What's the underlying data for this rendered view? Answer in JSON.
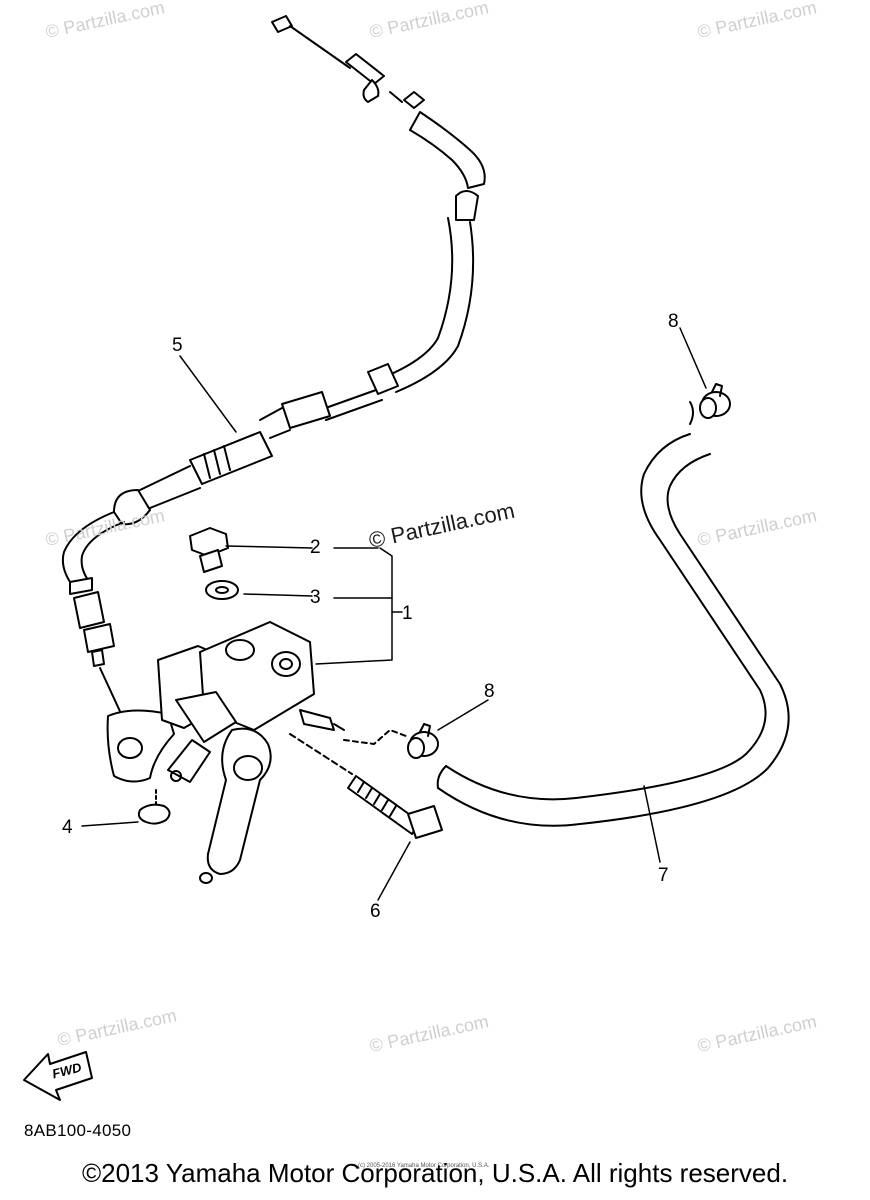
{
  "diagram": {
    "callouts": [
      {
        "id": "1",
        "label": "1"
      },
      {
        "id": "2",
        "label": "2"
      },
      {
        "id": "3",
        "label": "3"
      },
      {
        "id": "4",
        "label": "4"
      },
      {
        "id": "5",
        "label": "5"
      },
      {
        "id": "6",
        "label": "6"
      },
      {
        "id": "7",
        "label": "7"
      },
      {
        "id": "8a",
        "label": "8"
      },
      {
        "id": "8b",
        "label": "8"
      }
    ],
    "fwd_label": "FWD",
    "part_code": "8AB100-4050",
    "copyright": "©2013 Yamaha Motor Corporation, U.S.A. All rights reserved.",
    "fine_print": "(c) 2005-2016 Yamaha Motor Corporation, U.S.A.",
    "watermark_main": "© Partzilla.com",
    "watermark": "© Partzilla.com"
  }
}
